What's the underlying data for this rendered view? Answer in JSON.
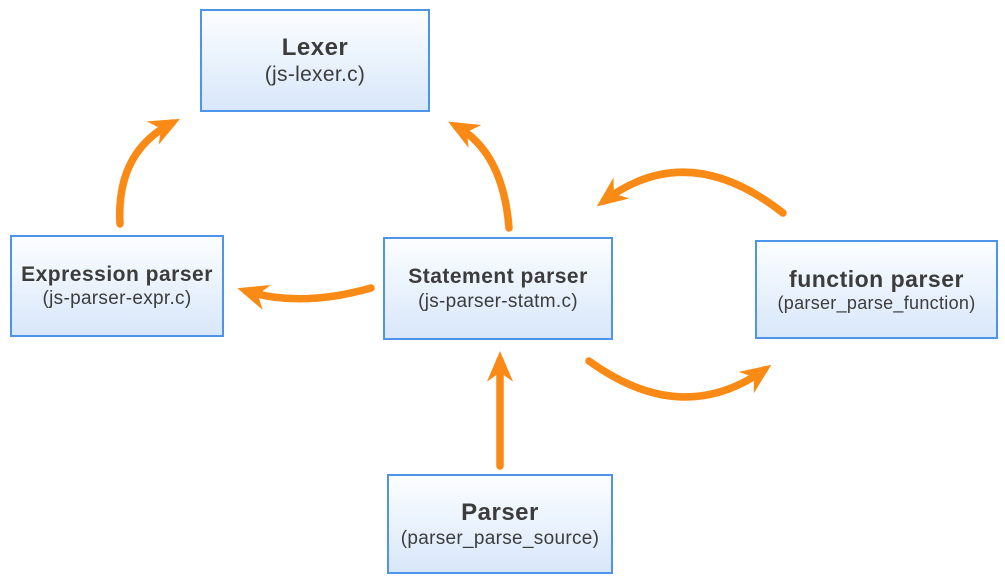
{
  "diagram": {
    "description": "Parser module architecture diagram with five components connected by orange arrows"
  },
  "colors": {
    "arrow": "#FA8A16",
    "box_border": "#4E94E8",
    "box_fill_top": "#FCFEFF",
    "box_fill_bottom": "#D8E7FA",
    "text": "#3C3C3C",
    "canvas_bg": "#FFFFFF"
  },
  "nodes": [
    {
      "id": "lexer",
      "title": "Lexer",
      "subtitle": "(js-lexer.c)"
    },
    {
      "id": "expression-parser",
      "title": "Expression parser",
      "subtitle": "(js-parser-expr.c)"
    },
    {
      "id": "statement-parser",
      "title": "Statement parser",
      "subtitle": "(js-parser-statm.c)"
    },
    {
      "id": "function-parser",
      "title": "function parser",
      "subtitle": "(parser_parse_function)"
    },
    {
      "id": "parser",
      "title": "Parser",
      "subtitle": "(parser_parse_source)"
    }
  ],
  "edges": [
    {
      "from": "Expression parser",
      "to": "Lexer"
    },
    {
      "from": "Statement parser",
      "to": "Lexer"
    },
    {
      "from": "Statement parser",
      "to": "Expression parser"
    },
    {
      "from": "function parser",
      "to": "Statement parser"
    },
    {
      "from": "Statement parser",
      "to": "function parser"
    },
    {
      "from": "Parser",
      "to": "Statement parser"
    }
  ]
}
